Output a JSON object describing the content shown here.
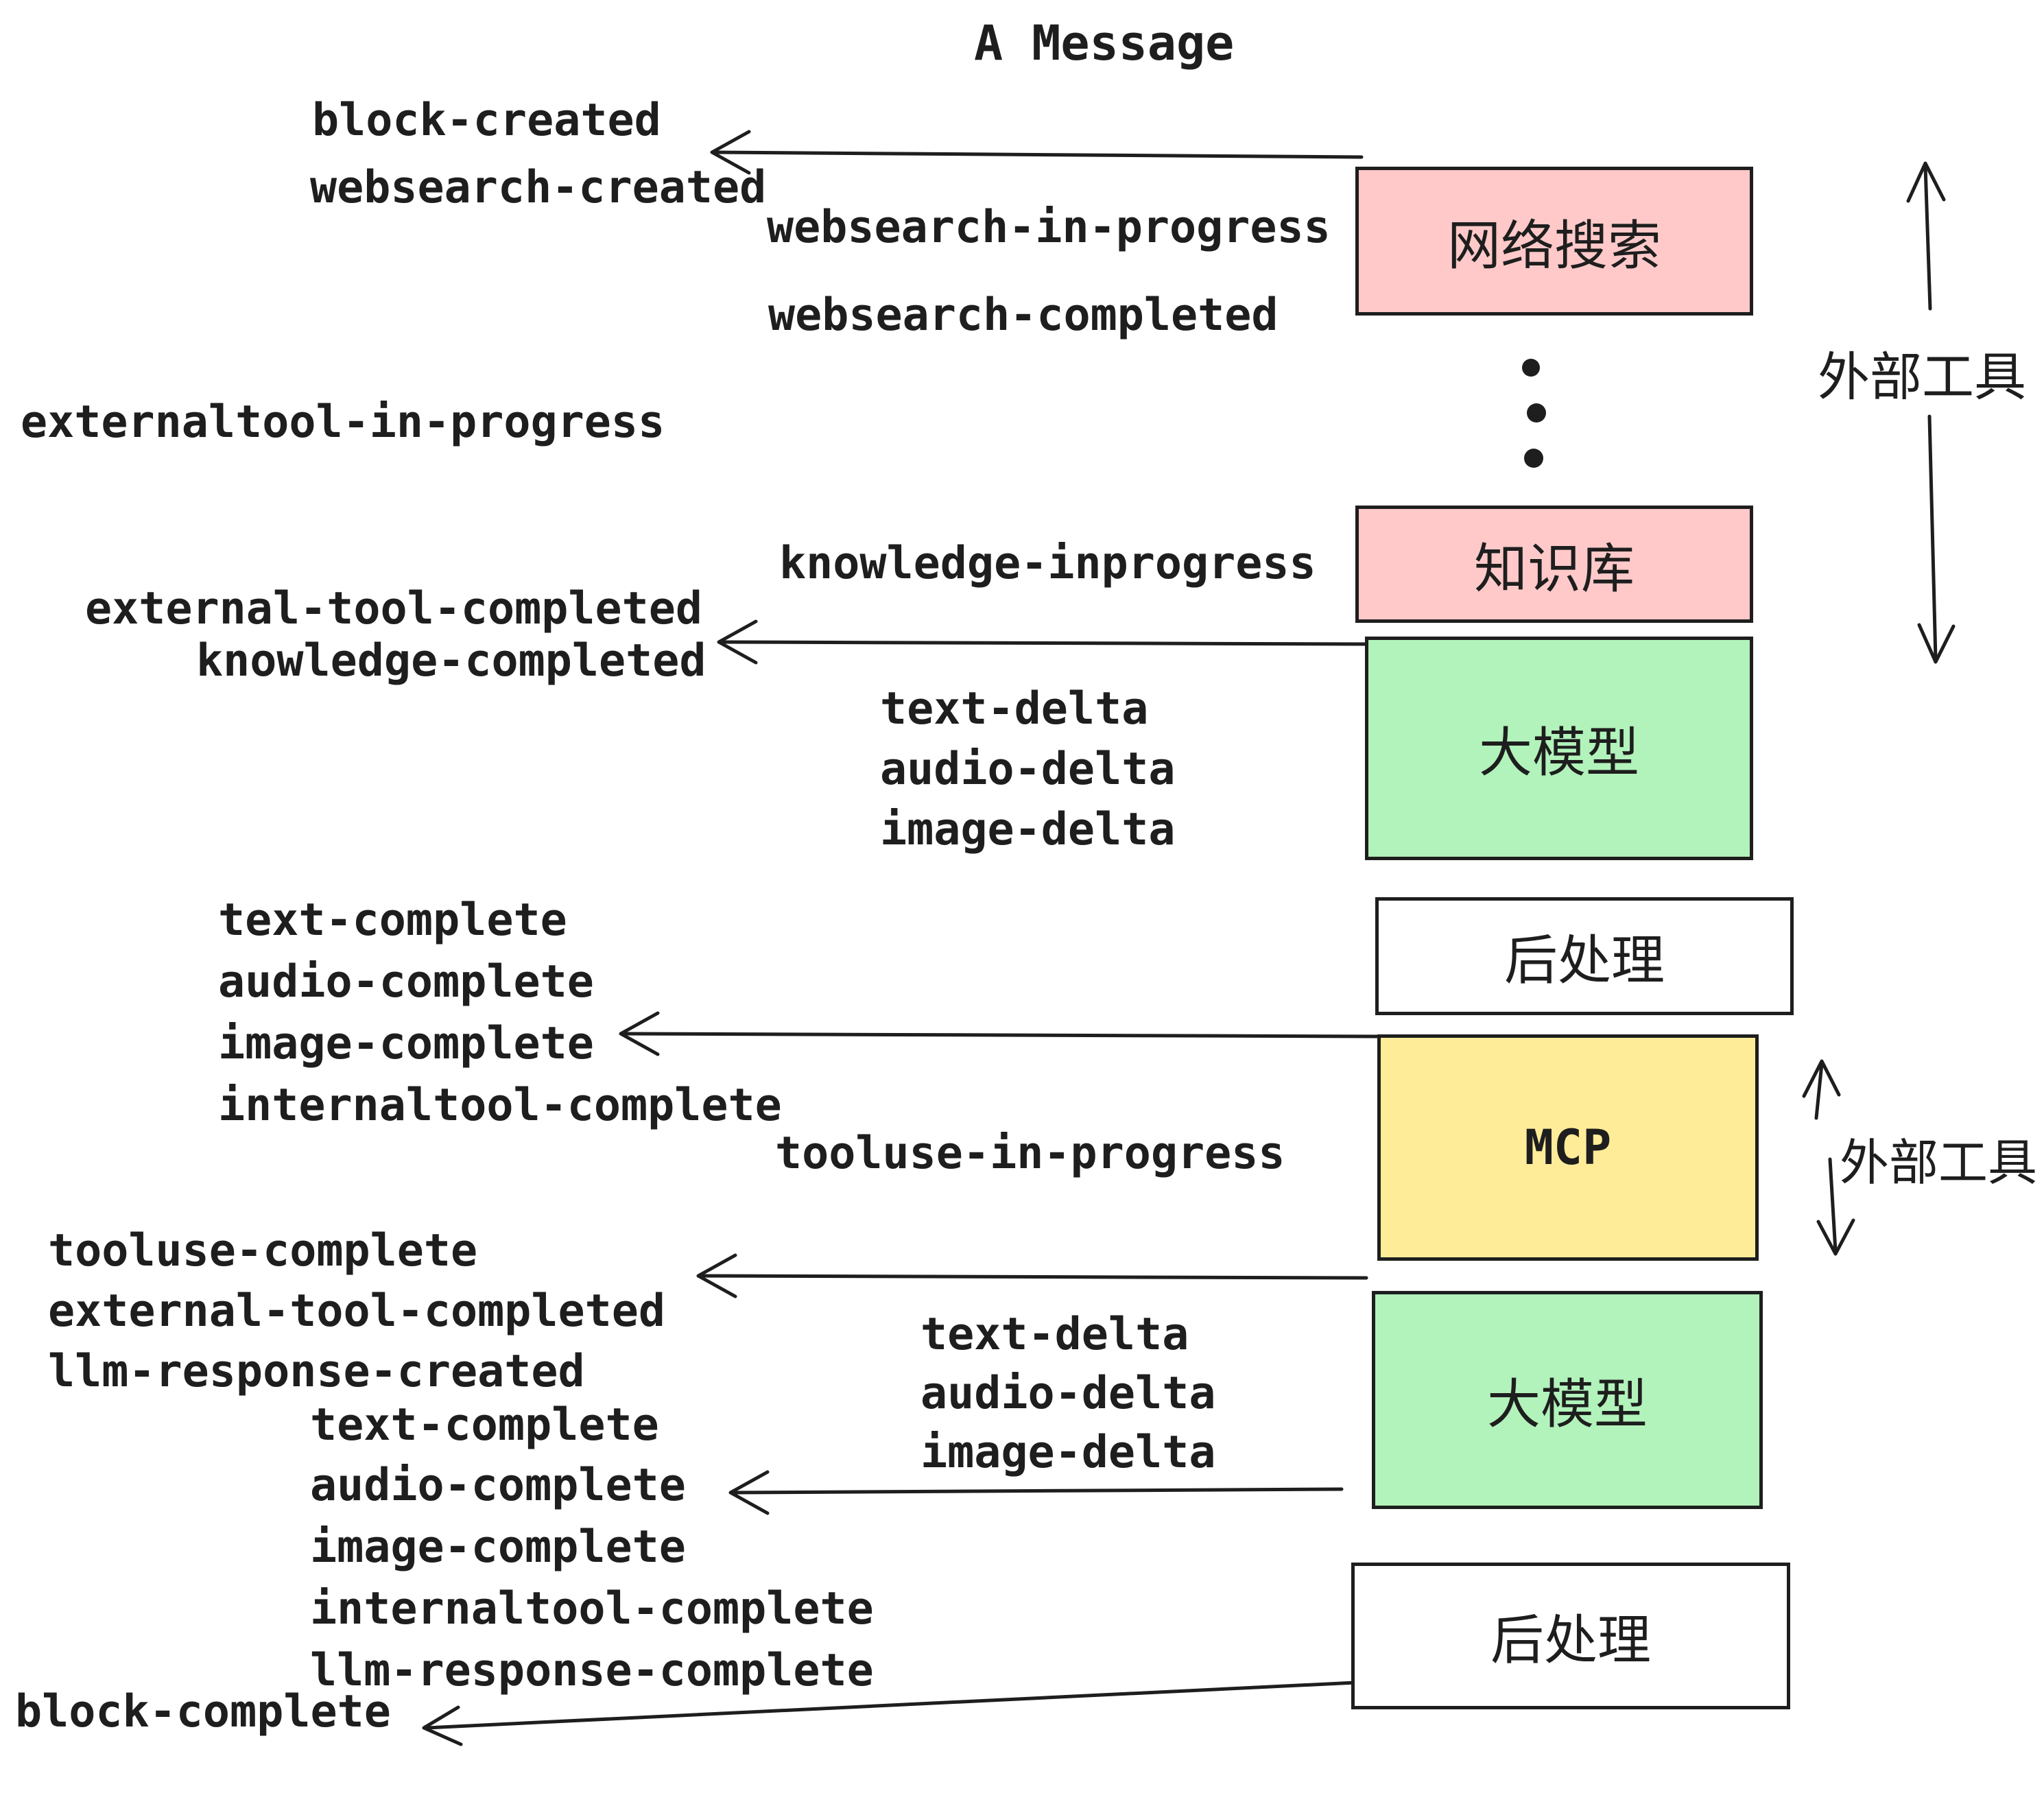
{
  "title": "A Message",
  "colors": {
    "background": "#ffffff",
    "stroke": "#1e1e1e",
    "box_pink": "#ffc9c9",
    "box_green": "#b2f2bb",
    "box_yellow": "#ffec99",
    "box_white": "#ffffff"
  },
  "boxes": {
    "websearch": {
      "label": "网络搜索",
      "color": "#ffc9c9"
    },
    "knowledge": {
      "label": "知识库",
      "color": "#ffc9c9"
    },
    "llm_top": {
      "label": "大模型",
      "color": "#b2f2bb"
    },
    "postprocess_top": {
      "label": "后处理",
      "color": "#ffffff"
    },
    "mcp": {
      "label": "MCP",
      "color": "#ffec99"
    },
    "llm_bottom": {
      "label": "大模型",
      "color": "#b2f2bb"
    },
    "postprocess_bottom": {
      "label": "后处理",
      "color": "#ffffff"
    }
  },
  "side_annotations": {
    "external_tools_top": "外部工具",
    "external_tools_bottom": "外部工具"
  },
  "events": {
    "block_created": "block-created",
    "websearch_created": "websearch-created",
    "websearch_in_progress": "websearch-in-progress",
    "websearch_completed": "websearch-completed",
    "externaltool_in_progress": "externaltool-in-progress",
    "knowledge_inprogress": "knowledge-inprogress",
    "external_tool_completed_1": "external-tool-completed",
    "knowledge_completed": "knowledge-completed",
    "text_delta_1": "text-delta",
    "audio_delta_1": "audio-delta",
    "image_delta_1": "image-delta",
    "text_complete_1": "text-complete",
    "audio_complete_1": "audio-complete",
    "image_complete_1": "image-complete",
    "internaltool_complete_1": "internaltool-complete",
    "tooluse_in_progress": "tooluse-in-progress",
    "tooluse_complete": "tooluse-complete",
    "external_tool_completed_2": "external-tool-completed",
    "llm_response_created": "llm-response-created",
    "text_delta_2": "text-delta",
    "audio_delta_2": "audio-delta",
    "image_delta_2": "image-delta",
    "text_complete_2": "text-complete",
    "audio_complete_2": "audio-complete",
    "image_complete_2": "image-complete",
    "internaltool_complete_2": "internaltool-complete",
    "llm_response_complete": "llm-response-complete",
    "block_complete": "block-complete"
  }
}
